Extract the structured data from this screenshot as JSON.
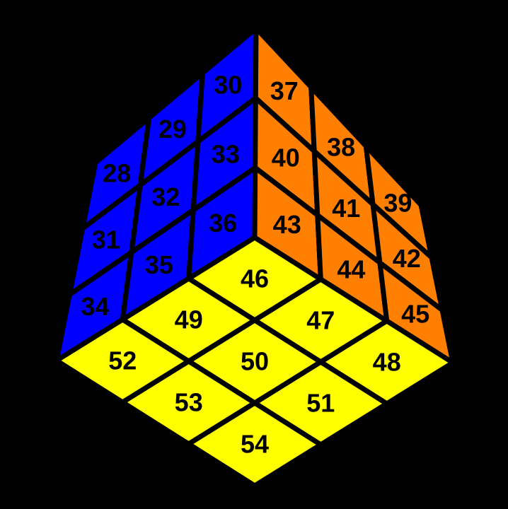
{
  "colors": {
    "background": "#000000",
    "left_face": "#0000FF",
    "right_face": "#FF7F00",
    "bottom_face": "#FFFF00",
    "grid_lines": "#000000",
    "label_text": "#000000"
  },
  "faces": {
    "left": {
      "color_name": "blue",
      "rows": [
        [
          "28",
          "29",
          "30"
        ],
        [
          "31",
          "32",
          "33"
        ],
        [
          "34",
          "35",
          "36"
        ]
      ]
    },
    "right": {
      "color_name": "orange",
      "rows": [
        [
          "37",
          "38",
          "39"
        ],
        [
          "40",
          "41",
          "42"
        ],
        [
          "43",
          "44",
          "45"
        ]
      ]
    },
    "bottom": {
      "color_name": "yellow",
      "rows": [
        [
          "46",
          "47",
          "48"
        ],
        [
          "49",
          "50",
          "51"
        ],
        [
          "52",
          "53",
          "54"
        ]
      ]
    }
  }
}
